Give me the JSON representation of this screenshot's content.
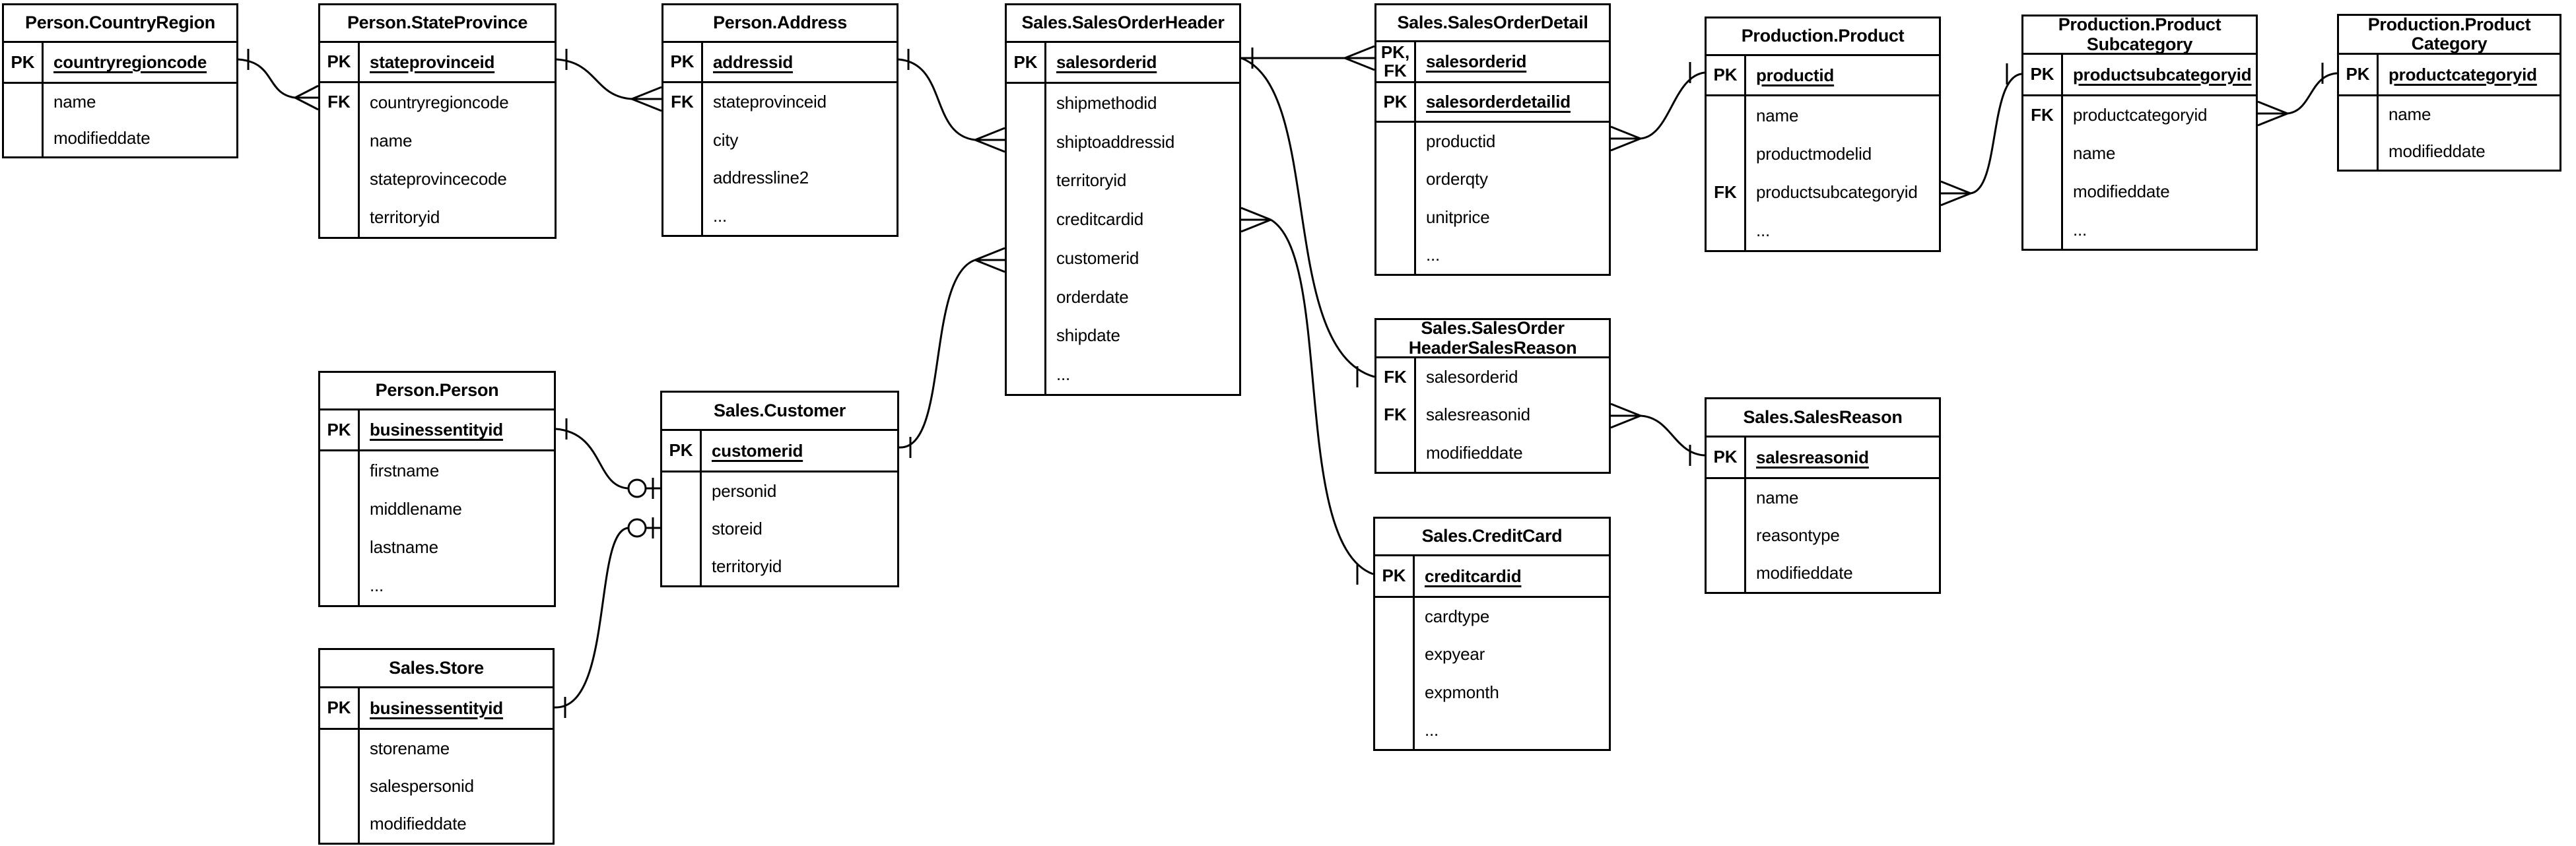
{
  "diagram": {
    "title": "AdventureWorks Sales ER Diagram",
    "background_color": "#ffffff",
    "line_color": "#000000",
    "notation": "crow's foot",
    "entities": [
      {
        "id": "person-countryregion",
        "title": "Person.CountryRegion",
        "sections": [
          {
            "rows": [
              {
                "key": "PK",
                "name": "countryregioncode"
              }
            ]
          },
          {
            "rows": [
              {
                "key": "",
                "name": "name"
              },
              {
                "key": "",
                "name": "modifieddate"
              }
            ]
          }
        ]
      },
      {
        "id": "person-stateprovince",
        "title": "Person.StateProvince",
        "sections": [
          {
            "rows": [
              {
                "key": "PK",
                "name": "stateprovinceid"
              }
            ]
          },
          {
            "rows": [
              {
                "key": "FK",
                "name": "countryregioncode"
              },
              {
                "key": "",
                "name": "name"
              },
              {
                "key": "",
                "name": "stateprovincecode"
              },
              {
                "key": "",
                "name": "territoryid"
              }
            ]
          }
        ]
      },
      {
        "id": "person-address",
        "title": "Person.Address",
        "sections": [
          {
            "rows": [
              {
                "key": "PK",
                "name": "addressid"
              }
            ]
          },
          {
            "rows": [
              {
                "key": "FK",
                "name": "stateprovinceid"
              },
              {
                "key": "",
                "name": "city"
              },
              {
                "key": "",
                "name": "addressline2"
              },
              {
                "key": "",
                "name": "..."
              }
            ]
          }
        ]
      },
      {
        "id": "sales-salesorderheader",
        "title": "Sales.SalesOrderHeader",
        "sections": [
          {
            "rows": [
              {
                "key": "PK",
                "name": "salesorderid"
              }
            ]
          },
          {
            "rows": [
              {
                "key": "",
                "name": "shipmethodid"
              },
              {
                "key": "",
                "name": "shiptoaddressid"
              },
              {
                "key": "",
                "name": "territoryid"
              },
              {
                "key": "",
                "name": "creditcardid"
              },
              {
                "key": "",
                "name": "customerid"
              },
              {
                "key": "",
                "name": "orderdate"
              },
              {
                "key": "",
                "name": "shipdate"
              },
              {
                "key": "",
                "name": "..."
              }
            ]
          }
        ]
      },
      {
        "id": "sales-salesorderdetail",
        "title": "Sales.SalesOrderDetail",
        "sections": [
          {
            "rows": [
              {
                "key": "PK,\nFK",
                "name": "salesorderid"
              }
            ]
          },
          {
            "rows": [
              {
                "key": "PK",
                "name": "salesorderdetailid"
              }
            ]
          },
          {
            "rows": [
              {
                "key": "",
                "name": "productid"
              },
              {
                "key": "",
                "name": "orderqty"
              },
              {
                "key": "",
                "name": "unitprice"
              },
              {
                "key": "",
                "name": "..."
              }
            ]
          }
        ]
      },
      {
        "id": "production-product",
        "title": "Production.Product",
        "sections": [
          {
            "rows": [
              {
                "key": "PK",
                "name": "productid"
              }
            ]
          },
          {
            "rows": [
              {
                "key": "",
                "name": "name"
              },
              {
                "key": "",
                "name": "productmodelid"
              },
              {
                "key": "FK",
                "name": "productsubcategoryid"
              },
              {
                "key": "",
                "name": "..."
              }
            ]
          }
        ]
      },
      {
        "id": "production-productsubcategory",
        "title": "Production.Product\nSubcategory",
        "sections": [
          {
            "rows": [
              {
                "key": "PK",
                "name": "productsubcategoryid"
              }
            ]
          },
          {
            "rows": [
              {
                "key": "FK",
                "name": "productcategoryid"
              },
              {
                "key": "",
                "name": "name"
              },
              {
                "key": "",
                "name": "modifieddate"
              },
              {
                "key": "",
                "name": "..."
              }
            ]
          }
        ]
      },
      {
        "id": "production-productcategory",
        "title": "Production.Product\nCategory",
        "sections": [
          {
            "rows": [
              {
                "key": "PK",
                "name": "productcategoryid"
              }
            ]
          },
          {
            "rows": [
              {
                "key": "",
                "name": "name"
              },
              {
                "key": "",
                "name": "modifieddate"
              }
            ]
          }
        ]
      },
      {
        "id": "person-person",
        "title": "Person.Person",
        "sections": [
          {
            "rows": [
              {
                "key": "PK",
                "name": "businessentityid"
              }
            ]
          },
          {
            "rows": [
              {
                "key": "",
                "name": "firstname"
              },
              {
                "key": "",
                "name": "middlename"
              },
              {
                "key": "",
                "name": "lastname"
              },
              {
                "key": "",
                "name": "..."
              }
            ]
          }
        ]
      },
      {
        "id": "sales-customer",
        "title": "Sales.Customer",
        "sections": [
          {
            "rows": [
              {
                "key": "PK",
                "name": "customerid"
              }
            ]
          },
          {
            "rows": [
              {
                "key": "",
                "name": "personid"
              },
              {
                "key": "",
                "name": "storeid"
              },
              {
                "key": "",
                "name": "territoryid"
              }
            ]
          }
        ]
      },
      {
        "id": "sales-store",
        "title": "Sales.Store",
        "sections": [
          {
            "rows": [
              {
                "key": "PK",
                "name": "businessentityid"
              }
            ]
          },
          {
            "rows": [
              {
                "key": "",
                "name": "storename"
              },
              {
                "key": "",
                "name": "salespersonid"
              },
              {
                "key": "",
                "name": "modifieddate"
              }
            ]
          }
        ]
      },
      {
        "id": "sales-salesorderheadersalesreason",
        "title": "Sales.SalesOrder\nHeaderSalesReason",
        "sections": [
          {
            "rows": [
              {
                "key": "FK",
                "name": "salesorderid"
              },
              {
                "key": "FK",
                "name": "salesreasonid"
              },
              {
                "key": "",
                "name": "modifieddate"
              }
            ]
          }
        ]
      },
      {
        "id": "sales-salesreason",
        "title": "Sales.SalesReason",
        "sections": [
          {
            "rows": [
              {
                "key": "PK",
                "name": "salesreasonid"
              }
            ]
          },
          {
            "rows": [
              {
                "key": "",
                "name": "name"
              },
              {
                "key": "",
                "name": "reasontype"
              },
              {
                "key": "",
                "name": "modifieddate"
              }
            ]
          }
        ]
      },
      {
        "id": "sales-creditcard",
        "title": "Sales.CreditCard",
        "sections": [
          {
            "rows": [
              {
                "key": "PK",
                "name": "creditcardid"
              }
            ]
          },
          {
            "rows": [
              {
                "key": "",
                "name": "cardtype"
              },
              {
                "key": "",
                "name": "expyear"
              },
              {
                "key": "",
                "name": "expmonth"
              },
              {
                "key": "",
                "name": "..."
              }
            ]
          }
        ]
      }
    ],
    "relationships": [
      {
        "from": "Person.CountryRegion.countryregioncode",
        "to": "Person.StateProvince.countryregioncode",
        "from_end": "one",
        "to_end": "many"
      },
      {
        "from": "Person.StateProvince.stateprovinceid",
        "to": "Person.Address.stateprovinceid",
        "from_end": "one",
        "to_end": "many"
      },
      {
        "from": "Person.Address.addressid",
        "to": "Sales.SalesOrderHeader.shiptoaddressid",
        "from_end": "one",
        "to_end": "many"
      },
      {
        "from": "Sales.SalesOrderHeader.salesorderid",
        "to": "Sales.SalesOrderDetail.salesorderid",
        "from_end": "one",
        "to_end": "many"
      },
      {
        "from": "Sales.SalesOrderHeader.salesorderid",
        "to": "Sales.SalesOrderHeaderSalesReason.salesorderid",
        "from_end": "one",
        "to_end": "one"
      },
      {
        "from": "Sales.CreditCard.creditcardid",
        "to": "Sales.SalesOrderHeader.creditcardid",
        "from_end": "one",
        "to_end": "many"
      },
      {
        "from": "Sales.Customer.customerid",
        "to": "Sales.SalesOrderHeader.customerid",
        "from_end": "one",
        "to_end": "many"
      },
      {
        "from": "Person.Person.businessentityid",
        "to": "Sales.Customer.personid",
        "from_end": "one",
        "to_end": "zero-or-one"
      },
      {
        "from": "Sales.Store.businessentityid",
        "to": "Sales.Customer.storeid",
        "from_end": "one",
        "to_end": "zero-or-one"
      },
      {
        "from": "Production.Product.productid",
        "to": "Sales.SalesOrderDetail.productid",
        "from_end": "one",
        "to_end": "many"
      },
      {
        "from": "Production.ProductSubcategory.productsubcategoryid",
        "to": "Production.Product.productsubcategoryid",
        "from_end": "one",
        "to_end": "many"
      },
      {
        "from": "Production.ProductCategory.productcategoryid",
        "to": "Production.ProductSubcategory.productcategoryid",
        "from_end": "one",
        "to_end": "many"
      },
      {
        "from": "Sales.SalesReason.salesreasonid",
        "to": "Sales.SalesOrderHeaderSalesReason.salesreasonid",
        "from_end": "one",
        "to_end": "many"
      }
    ]
  }
}
